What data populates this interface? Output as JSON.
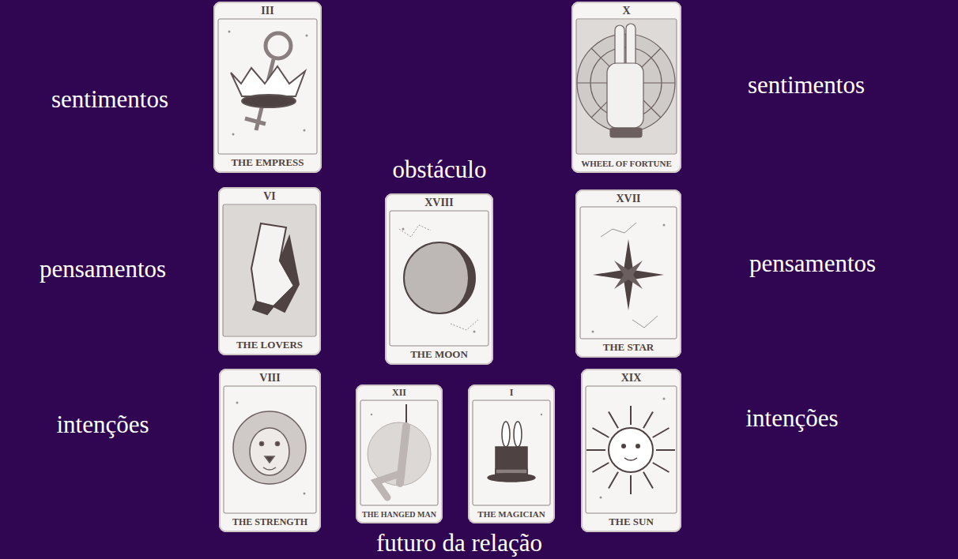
{
  "diagram": {
    "nodes": [
      {
        "text": [
          "III",
          "THE EMPRESS"
        ]
      },
      {
        "text": [
          "X",
          "WHEEL OF FORTUNE"
        ]
      },
      {
        "text": [
          "VI",
          "THE LOVERS"
        ]
      },
      {
        "text": [
          "XVIII",
          "THE MOON"
        ]
      },
      {
        "text": [
          "XVII",
          "THE STAR"
        ]
      },
      {
        "text": [
          "VIII",
          "THE STRENGTH"
        ]
      },
      {
        "text": [
          "XII",
          "THE HANGED MAN"
        ]
      },
      {
        "text": [
          "I",
          "THE MAGICIAN"
        ]
      },
      {
        "text": [
          "XIX",
          "THE SUN"
        ]
      }
    ],
    "labels": [
      "sentimentos",
      "sentimentos",
      "obstáculo",
      "pensamentos",
      "pensamentos",
      "intenções",
      "intenções",
      "futuro da relação"
    ]
  }
}
